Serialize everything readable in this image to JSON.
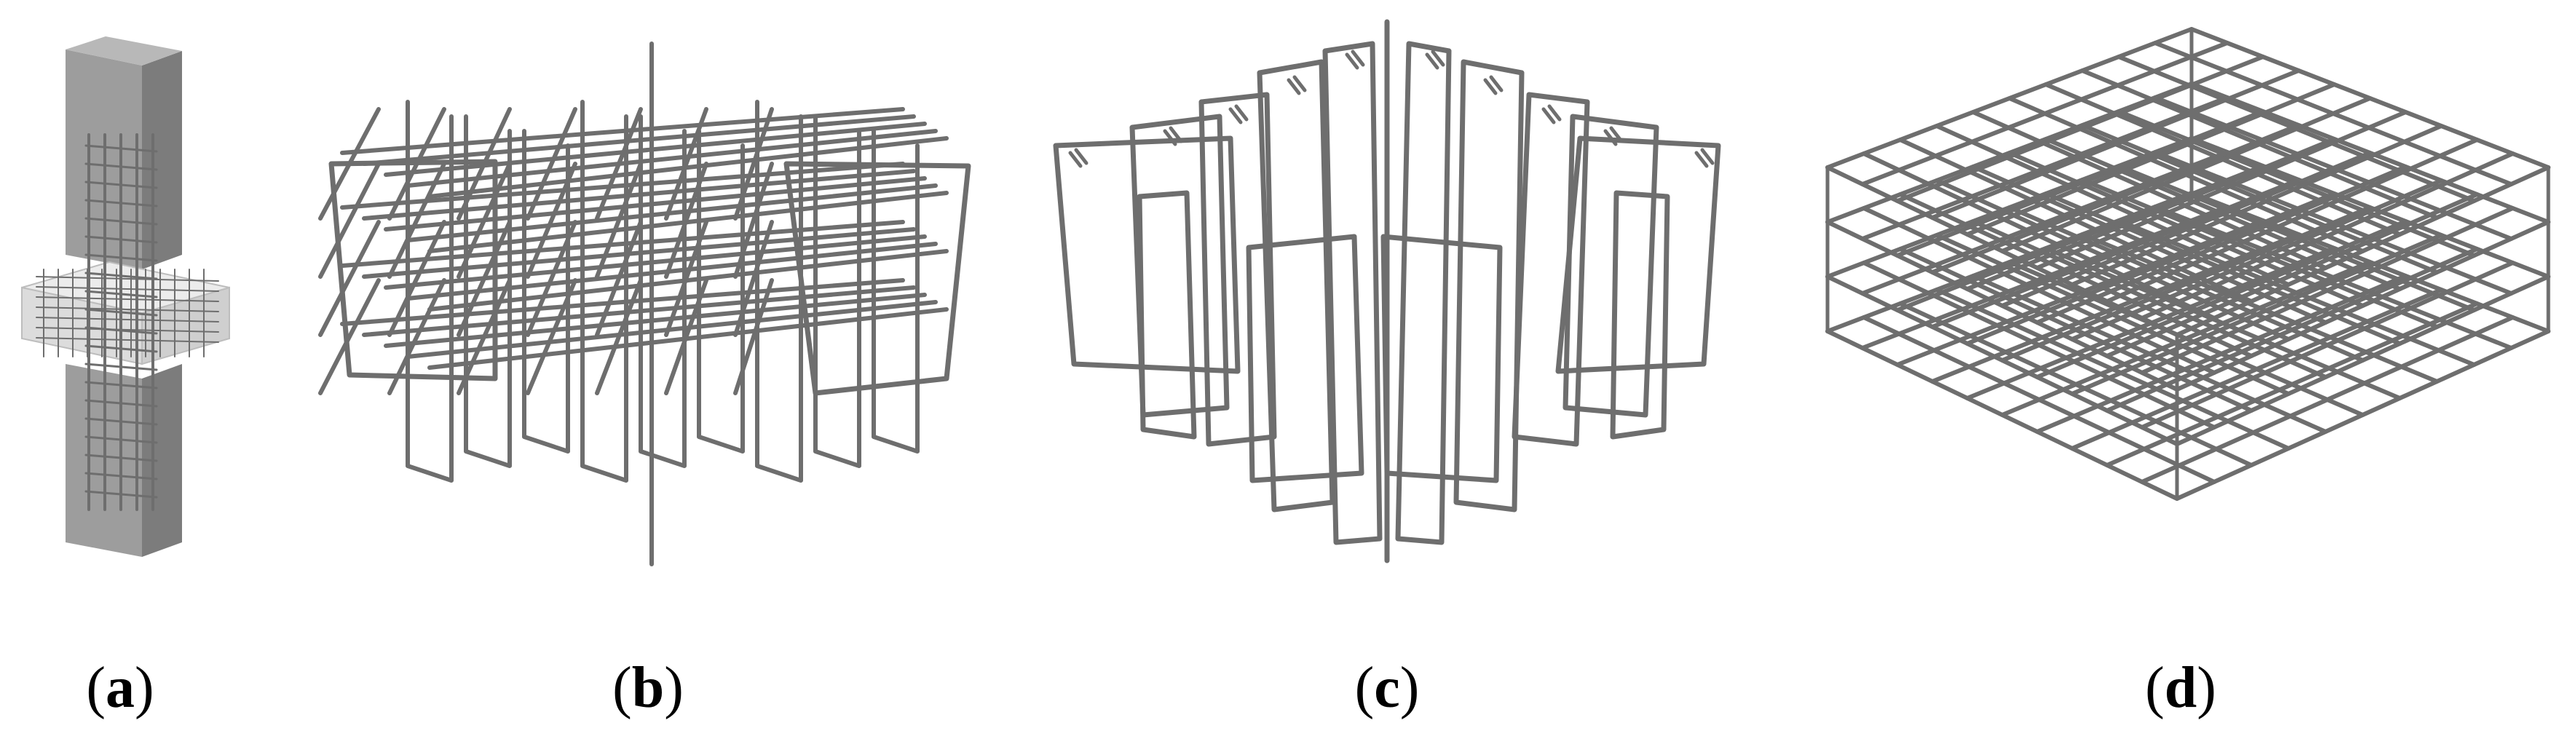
{
  "panels": [
    {
      "id": "a",
      "label_open": "(",
      "letter": "a",
      "label_close": ")",
      "content": "column-joint-rebar-cage"
    },
    {
      "id": "b",
      "label_open": "(",
      "letter": "b",
      "label_close": ")",
      "content": "joint-cage-with-stirrups"
    },
    {
      "id": "c",
      "label_open": "(",
      "letter": "c",
      "label_close": ")",
      "content": "stirrups-only"
    },
    {
      "id": "d",
      "label_open": "(",
      "letter": "d",
      "label_close": ")",
      "content": "rebar-mesh-layers"
    }
  ],
  "colors": {
    "bar": "#6e6e6e",
    "bar_light": "#9a9a9a",
    "bar_dark": "#2e2e2e",
    "concrete": "#9d9d9d",
    "concrete_dark": "#7c7c7c",
    "joint": "#dcdcdc"
  }
}
